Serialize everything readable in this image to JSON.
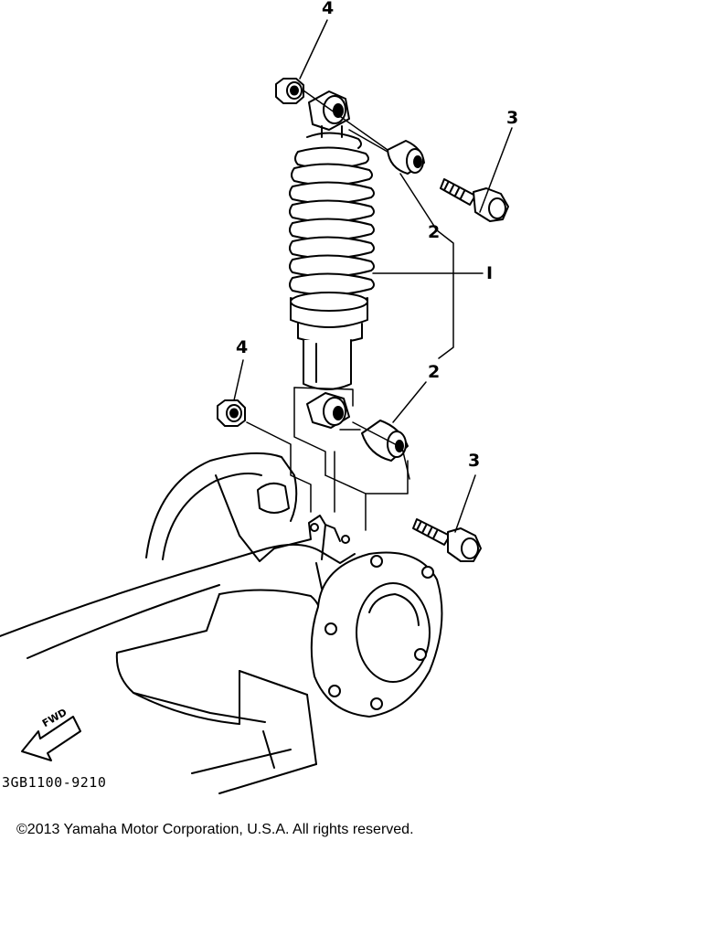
{
  "callouts": [
    {
      "id": "c4a",
      "text": "4"
    },
    {
      "id": "c3a",
      "text": "3"
    },
    {
      "id": "c2a",
      "text": "2"
    },
    {
      "id": "c1",
      "text": "I"
    },
    {
      "id": "c4b",
      "text": "4"
    },
    {
      "id": "c2b",
      "text": "2"
    },
    {
      "id": "c3b",
      "text": "3"
    }
  ],
  "fwd_label": "FWD",
  "part_code": "3GB1100-9210",
  "copyright": "©2013 Yamaha Motor Corporation, U.S.A. All rights reserved."
}
